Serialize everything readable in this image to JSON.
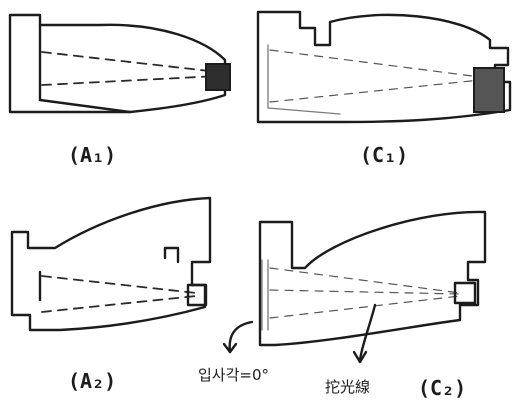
{
  "panels": [
    {
      "id": "A1",
      "label": "(A₁)"
    },
    {
      "id": "C1",
      "label": "(C₁)"
    },
    {
      "id": "A2",
      "label": "(A₂)"
    },
    {
      "id": "C2",
      "label": "(C₂)"
    }
  ],
  "annotations": {
    "angle_note": "입사각=0°",
    "light_note": "拕光線"
  },
  "colors": {
    "ink": "#1c1c1c",
    "paper": "#ffffff"
  }
}
